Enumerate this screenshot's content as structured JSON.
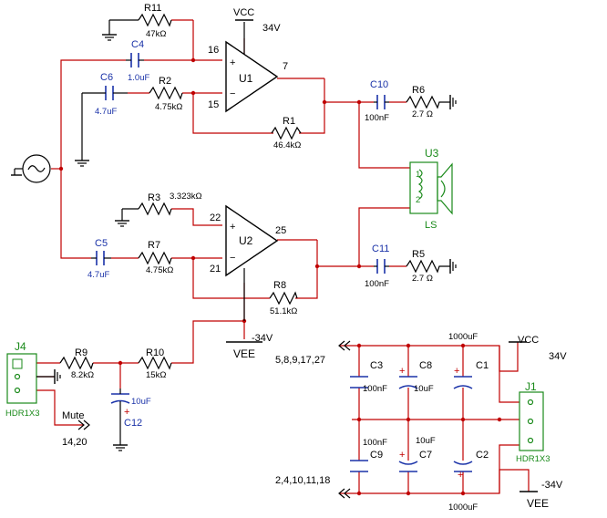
{
  "power": {
    "vcc_top": "VCC",
    "vcc_top_v": "34V",
    "vee_mid_v": "-34V",
    "vee_mid": "VEE",
    "vcc_right": "VCC",
    "vcc_right_v": "34V",
    "vee_right_v": "-34V",
    "vee_right": "VEE"
  },
  "opamps": {
    "u1": {
      "name": "U1",
      "plus": "+",
      "minus": "−",
      "pin_top": "16",
      "pin_bottom": "15",
      "pin_out": "7"
    },
    "u2": {
      "name": "U2",
      "plus": "+",
      "minus": "−",
      "pin_top": "22",
      "pin_bottom": "21",
      "pin_out": "25"
    }
  },
  "resistors": {
    "r11": {
      "ref": "R11",
      "value": "47kΩ"
    },
    "r2": {
      "ref": "R2",
      "value": "4.75kΩ"
    },
    "r1": {
      "ref": "R1",
      "value": "46.4kΩ"
    },
    "r6": {
      "ref": "R6",
      "value": "2.7 Ω"
    },
    "r3": {
      "ref": "R3",
      "value": "3.323kΩ"
    },
    "r7": {
      "ref": "R7",
      "value": "4.75kΩ"
    },
    "r8": {
      "ref": "R8",
      "value": "51.1kΩ"
    },
    "r5": {
      "ref": "R5",
      "value": "2.7 Ω"
    },
    "r9": {
      "ref": "R9",
      "value": "8.2kΩ"
    },
    "r10": {
      "ref": "R10",
      "value": "15kΩ"
    }
  },
  "capacitors": {
    "c4": {
      "ref": "C4",
      "value": "1.0uF"
    },
    "c6": {
      "ref": "C6",
      "value": "4.7uF"
    },
    "c10": {
      "ref": "C10",
      "value": "100nF"
    },
    "c5": {
      "ref": "C5",
      "value": "4.7uF"
    },
    "c11": {
      "ref": "C11",
      "value": "100nF"
    },
    "c12": {
      "ref": "C12",
      "value": "10uF"
    },
    "c3": {
      "ref": "C3",
      "value": "100nF"
    },
    "c8": {
      "ref": "C8",
      "value": "10uF"
    },
    "c1": {
      "ref": "C1",
      "value": "1000uF"
    },
    "c9": {
      "ref": "C9",
      "value": "100nF"
    },
    "c7": {
      "ref": "C7",
      "value": "10uF"
    },
    "c2": {
      "ref": "C2",
      "value": "1000uF"
    }
  },
  "speaker": {
    "ref": "U3",
    "name": "LS",
    "pin1": "1",
    "pin2": "2"
  },
  "connectors": {
    "j4": {
      "ref": "J4",
      "part": "HDR1X3"
    },
    "j1": {
      "ref": "J1",
      "part": "HDR1X3"
    }
  },
  "nets": {
    "mute": "Mute",
    "mute_pins": "14,20",
    "vcc_pins": "5,8,9,17,27",
    "vee_pins": "2,4,10,11,18"
  },
  "colors": {
    "wire": "#c00000",
    "component": "#000000",
    "label": "#1a32a8",
    "part": "#1a8a1a"
  }
}
